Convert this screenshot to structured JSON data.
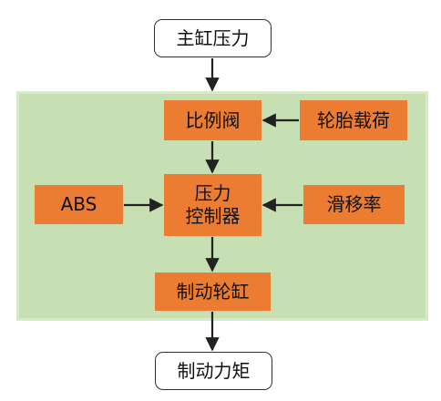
{
  "nodes": {
    "master_pressure": "主缸压力",
    "proportional_valve": "比例阀",
    "tire_load": "轮胎载荷",
    "abs": "ABS",
    "pressure_controller": "压力\n控制器",
    "slip_rate": "滑移率",
    "wheel_cylinder": "制动轮缸",
    "brake_torque": "制动力矩"
  },
  "colors": {
    "panel_fill": "#c6e0b3",
    "process_fill": "#ec7c31",
    "terminal_fill": "#ffffff",
    "arrow": "#222222"
  }
}
